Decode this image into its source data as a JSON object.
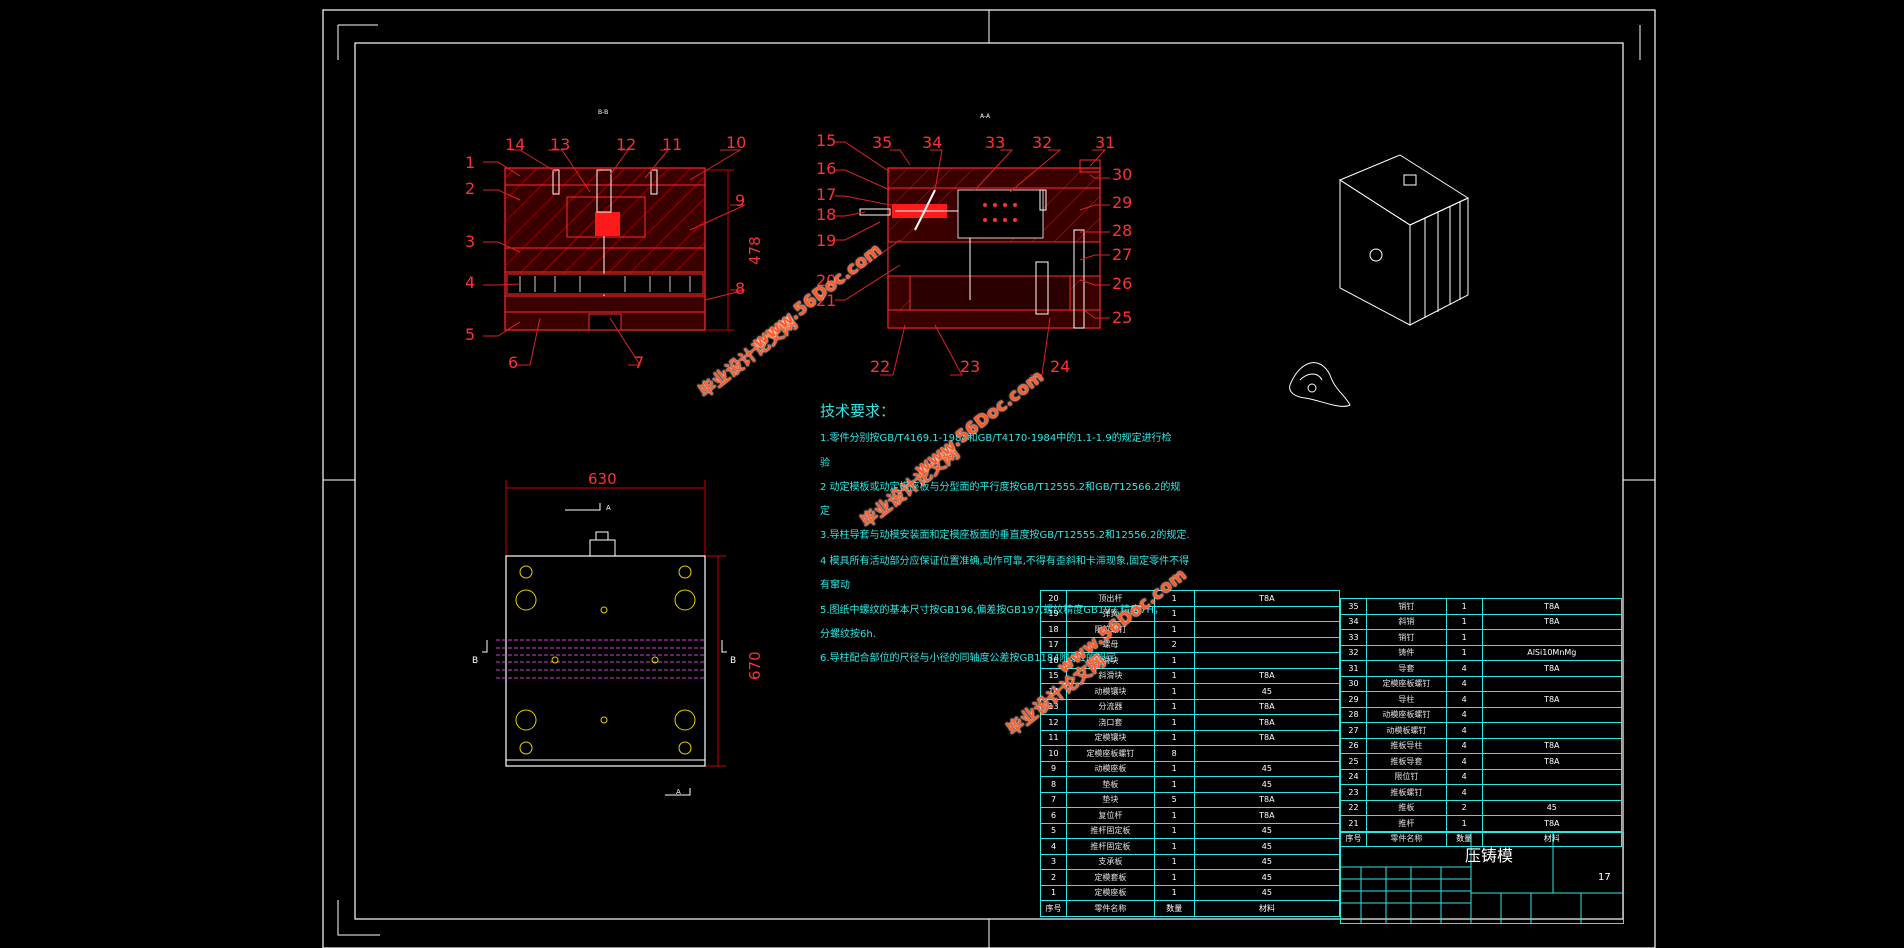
{
  "drawing": {
    "section_label_left": "B-B",
    "section_label_right": "A-A",
    "dim_height": "478",
    "dim_width": "630",
    "dim_depth": "670",
    "view_marker_b": "B",
    "view_marker_a": "A",
    "part_numbers_left": [
      "1",
      "2",
      "3",
      "4",
      "5",
      "6",
      "7",
      "8",
      "9",
      "10",
      "11",
      "12",
      "13",
      "14"
    ],
    "part_numbers_right": [
      "15",
      "16",
      "17",
      "18",
      "19",
      "20",
      "21",
      "22",
      "23",
      "24",
      "25",
      "26",
      "27",
      "28",
      "29",
      "30",
      "31",
      "32",
      "33",
      "34",
      "35"
    ]
  },
  "tech_requirements": {
    "title": "技术要求：",
    "lines": [
      "1.零件分别按GB/T4169.1-1984和GB/T4170-1984中的1.1-1.9的规定进行检",
      "验",
      "2 动定模板或动定模座板与分型面的平行度按GB/T12555.2和GB/T12566.2的规",
      "定",
      "3.导柱导套与动模安装面和定模座板面的垂直度按GB/T12555.2和12556.2的规定.",
      "4 模具所有活动部分应保证位置准确,动作可靠,不得有歪斜和卡滞现象,固定零件不得",
      "有窜动",
      "5.图纸中螺纹的基本尺寸按GB196,偏差按GB197,螺纹精度GB197,精度7H，",
      "分螺纹按6h.",
      "6.导柱配合部位的尺径与小径的同轴度公差按GB1184附录1的规定"
    ]
  },
  "bom_left": [
    {
      "no": "20",
      "name": "顶出杆",
      "qty": "1",
      "mat": "T8A"
    },
    {
      "no": "19",
      "name": "弹簧",
      "qty": "1",
      "mat": ""
    },
    {
      "no": "18",
      "name": "限位螺钉",
      "qty": "1",
      "mat": ""
    },
    {
      "no": "17",
      "name": "螺母",
      "qty": "2",
      "mat": ""
    },
    {
      "no": "16",
      "name": "滑块",
      "qty": "1",
      "mat": ""
    },
    {
      "no": "15",
      "name": "斜滑块",
      "qty": "1",
      "mat": "T8A"
    },
    {
      "no": "14",
      "name": "动模镶块",
      "qty": "1",
      "mat": "45"
    },
    {
      "no": "13",
      "name": "分流器",
      "qty": "1",
      "mat": "T8A"
    },
    {
      "no": "12",
      "name": "浇口套",
      "qty": "1",
      "mat": "T8A"
    },
    {
      "no": "11",
      "name": "定模镶块",
      "qty": "1",
      "mat": "T8A"
    },
    {
      "no": "10",
      "name": "定模座板螺钉",
      "qty": "8",
      "mat": ""
    },
    {
      "no": "9",
      "name": "动模座板",
      "qty": "1",
      "mat": "45"
    },
    {
      "no": "8",
      "name": "垫板",
      "qty": "1",
      "mat": "45"
    },
    {
      "no": "7",
      "name": "垫块",
      "qty": "5",
      "mat": "T8A"
    },
    {
      "no": "6",
      "name": "复位杆",
      "qty": "1",
      "mat": "T8A"
    },
    {
      "no": "5",
      "name": "推杆固定板",
      "qty": "1",
      "mat": "45"
    },
    {
      "no": "4",
      "name": "推杆固定板",
      "qty": "1",
      "mat": "45"
    },
    {
      "no": "3",
      "name": "支承板",
      "qty": "1",
      "mat": "45"
    },
    {
      "no": "2",
      "name": "定模套板",
      "qty": "1",
      "mat": "45"
    },
    {
      "no": "1",
      "name": "定模座板",
      "qty": "1",
      "mat": "45"
    },
    {
      "no": "序号",
      "name": "零件名称",
      "qty": "数量",
      "mat": "材料"
    }
  ],
  "bom_right": [
    {
      "no": "35",
      "name": "销钉",
      "qty": "1",
      "mat": "T8A"
    },
    {
      "no": "34",
      "name": "斜销",
      "qty": "1",
      "mat": "T8A"
    },
    {
      "no": "33",
      "name": "销钉",
      "qty": "1",
      "mat": ""
    },
    {
      "no": "32",
      "name": "铸件",
      "qty": "1",
      "mat": "AlSi10MnMg"
    },
    {
      "no": "31",
      "name": "导套",
      "qty": "4",
      "mat": "T8A"
    },
    {
      "no": "30",
      "name": "定模座板螺钉",
      "qty": "4",
      "mat": ""
    },
    {
      "no": "29",
      "name": "导柱",
      "qty": "4",
      "mat": "T8A"
    },
    {
      "no": "28",
      "name": "动模座板螺钉",
      "qty": "4",
      "mat": ""
    },
    {
      "no": "27",
      "name": "动模板螺钉",
      "qty": "4",
      "mat": ""
    },
    {
      "no": "26",
      "name": "推板导柱",
      "qty": "4",
      "mat": "T8A"
    },
    {
      "no": "25",
      "name": "推板导套",
      "qty": "4",
      "mat": "T8A"
    },
    {
      "no": "24",
      "name": "限位钉",
      "qty": "4",
      "mat": ""
    },
    {
      "no": "23",
      "name": "推板螺钉",
      "qty": "4",
      "mat": ""
    },
    {
      "no": "22",
      "name": "推板",
      "qty": "2",
      "mat": "45"
    },
    {
      "no": "21",
      "name": "推杆",
      "qty": "1",
      "mat": "T8A"
    },
    {
      "no": "序号",
      "name": "零件名称",
      "qty": "数量",
      "mat": "材料"
    }
  ],
  "title_block": {
    "part_name": "压铸模",
    "sheet_code": "17"
  },
  "watermark": {
    "site": "www.56Doc.com",
    "brand": "毕业设计论文网"
  }
}
